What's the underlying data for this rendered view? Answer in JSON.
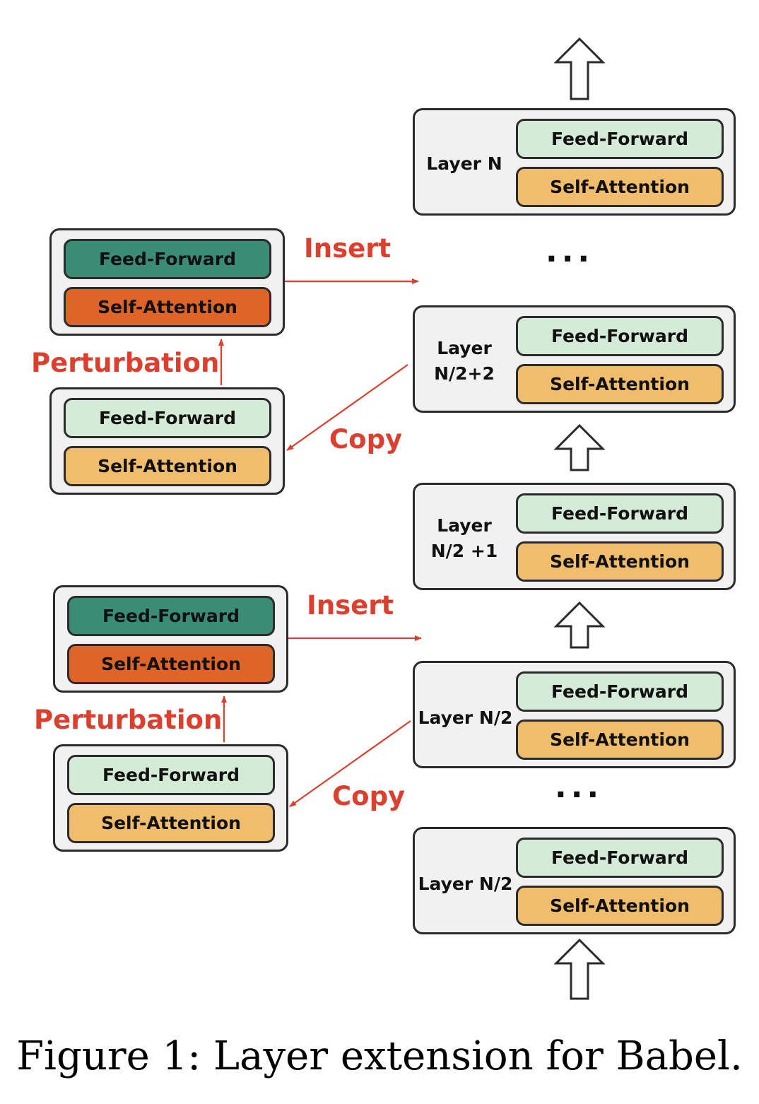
{
  "labels": {
    "feed_forward": "Feed-Forward",
    "self_attention": "Self-Attention",
    "insert": "Insert",
    "copy": "Copy",
    "perturbation": "Perturbation",
    "ellipsis": "..."
  },
  "layers": [
    {
      "label": "Layer N"
    },
    {
      "label": "Layer\nN/2+2"
    },
    {
      "label": "Layer\nN/2 +1"
    },
    {
      "label": "Layer N/2"
    },
    {
      "label": "Layer N/2"
    }
  ],
  "caption": "Figure 1: Layer extension for Babel.",
  "colors": {
    "feed_forward_original": "#d4ebd7",
    "self_attention_original": "#efbd6b",
    "feed_forward_perturbed": "#3a8c74",
    "self_attention_perturbed": "#de6428",
    "annotation": "#dc3f2e"
  }
}
